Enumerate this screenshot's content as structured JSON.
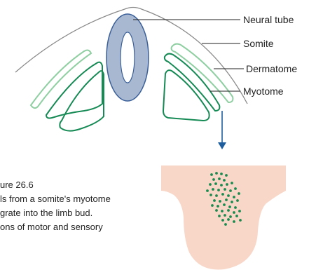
{
  "colors": {
    "neural_tube_fill": "#a8b8d0",
    "neural_tube_stroke": "#3a5f99",
    "dermatome": "#8fcfa2",
    "myotome": "#168a55",
    "outline": "#8a8a8a",
    "arrow": "#1f5e9e",
    "limb_bud_fill": "#f8d7c8",
    "cells": "#1a8a4e"
  },
  "labels": {
    "neural_tube": "Neural tube",
    "somite": "Somite",
    "dermatome": "Dermatome",
    "myotome": "Myotome"
  },
  "caption": {
    "line1": "ure 26.6",
    "line2": "ls from a somite's myotome",
    "line3": "grate into the limb bud.",
    "line4": "ons of motor and sensory"
  }
}
